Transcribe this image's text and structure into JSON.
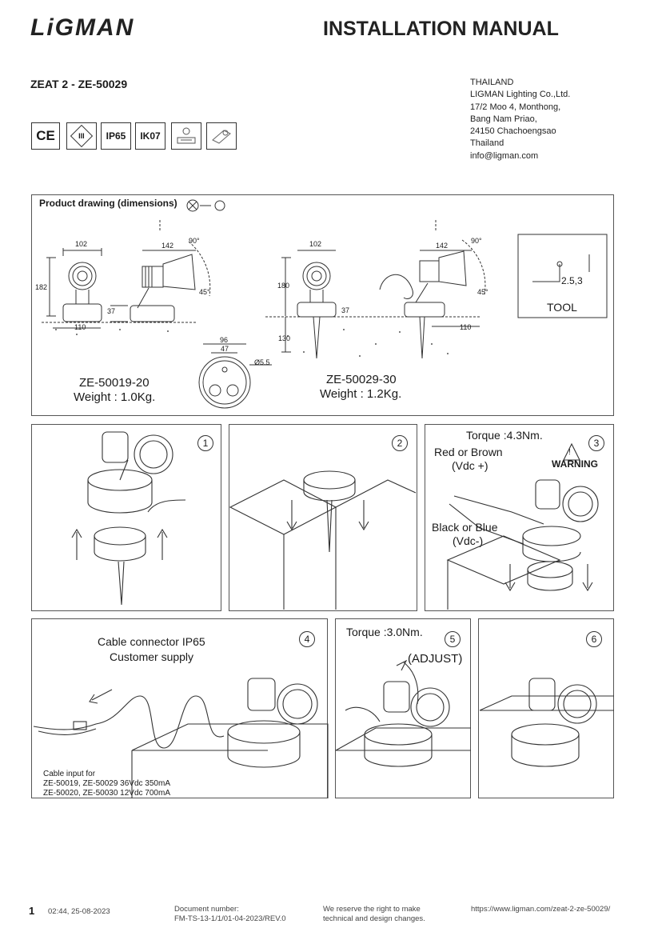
{
  "header": {
    "logo": "LiGMAN",
    "title": "INSTALLATION MANUAL",
    "model": "ZEAT 2 - ZE-50029"
  },
  "address": [
    "THAILAND",
    "LIGMAN Lighting Co.,Ltd.",
    "17/2 Moo 4, Monthong,",
    "Bang Nam Priao,",
    "24150 Chachoengsao",
    "Thailand",
    "info@ligman.com"
  ],
  "certifications": {
    "ce": "CE",
    "class3": "III",
    "ip": "IP65",
    "ik": "IK07"
  },
  "drawing": {
    "title": "Product drawing (dimensions)",
    "dims": {
      "w102a": "102",
      "w142a": "142",
      "a90a": "90°",
      "h182": "182",
      "h37a": "37",
      "w110a": "110",
      "a45a": "45°",
      "w102b": "102",
      "w142b": "142",
      "a90b": "90°",
      "h180": "180",
      "h37b": "37",
      "h130": "130",
      "w110b": "110",
      "a45b": "45°",
      "w96": "96",
      "w47": "47",
      "d55": "Ø5.5"
    },
    "tool_value": "2.5,3",
    "tool_label": "TOOL",
    "model_a": "ZE-50019-20",
    "weight_a": "Weight : 1.0Kg.",
    "model_b": "ZE-50029-30",
    "weight_b": "Weight : 1.2Kg."
  },
  "steps": {
    "s1": "1",
    "s2": "2",
    "s3": "3",
    "s4": "4",
    "s5": "5",
    "s6": "6",
    "torque3": "Torque :4.3Nm.",
    "red_brown": "Red or Brown",
    "vdc_plus": "(Vdc +)",
    "warning": "WARNING",
    "black_blue": "Black or Blue",
    "vdc_minus": "(Vdc-)",
    "cable_connector": "Cable connector IP65",
    "customer_supply": "Customer supply",
    "cable_input": [
      "Cable input for",
      "ZE-50019, ZE-50029 36Vdc 350mA",
      "ZE-50020, ZE-50030 12Vdc 700mA"
    ],
    "torque5": "Torque :3.0Nm.",
    "adjust": "(ADJUST)"
  },
  "footer": {
    "page": "1",
    "timestamp": "02:44, 25-08-2023",
    "docnum_label": "Document number:",
    "docnum": "FM-TS-13-1/1/01-04-2023/REV.0",
    "reserve1": "We reserve the right to make",
    "reserve2": "technical and design changes.",
    "url": "https://www.ligman.com/zeat-2-ze-50029/"
  }
}
